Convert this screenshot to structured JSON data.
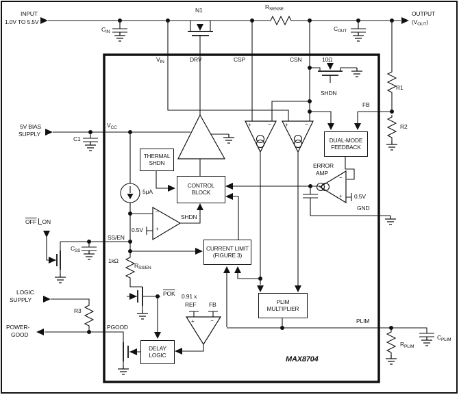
{
  "part_label": "MAX8704",
  "io": {
    "input": {
      "l1": "INPUT",
      "l2": "1.0V TO 5.5V"
    },
    "output": {
      "l1": "OUTPUT",
      "pre": "(V",
      "sub": "OUT",
      "post": ")"
    },
    "bias": {
      "l1": "5V BIAS",
      "l2": "SUPPLY"
    },
    "logic": {
      "l1": "LOGIC",
      "l2": "SUPPLY"
    },
    "powergood": {
      "l1": "POWER-",
      "l2": "GOOD"
    },
    "onoff": {
      "off": "OFF",
      "on": "ON"
    }
  },
  "pins": {
    "vin": {
      "m": "V",
      "s": "IN"
    },
    "drv": "DRV",
    "csp": "CSP",
    "csn": "CSN",
    "vcc": {
      "m": "V",
      "s": "CC"
    },
    "ssen": "SS/EN",
    "pgood": "PGOOD",
    "fb": "FB",
    "gnd": "GND",
    "plim": "PLIM"
  },
  "components": {
    "cin": {
      "m": "C",
      "s": "IN"
    },
    "cout": {
      "m": "C",
      "s": "OUT"
    },
    "n1": "N1",
    "rsense": {
      "m": "R",
      "s": "SENSE"
    },
    "r1": "R1",
    "r2": "R2",
    "r3": "R3",
    "c1": "C1",
    "css": {
      "m": "C",
      "s": "SS"
    },
    "rssen": {
      "val": "1kΩ",
      "m": "R",
      "s": "SS/EN"
    },
    "rplim": {
      "m": "R",
      "s": "PLIM"
    },
    "cplim": {
      "m": "C",
      "s": "PLIM"
    },
    "shdn_fet": {
      "res": "10Ω",
      "gate": "SHDN"
    },
    "isrc": "5μA"
  },
  "blocks": {
    "thermal": {
      "l1": "THERMAL",
      "l2": "SHDN"
    },
    "control": {
      "l1": "CONTROL",
      "l2": "BLOCK"
    },
    "dmf": {
      "l1": "DUAL-MODE",
      "l2": "FEEDBACK"
    },
    "climit": {
      "l1": "CURRENT LIMIT",
      "l2": "(FIGURE 3)"
    },
    "pmult": {
      "l1": "PLIM",
      "l2": "MULTIPLIER"
    },
    "delay": {
      "l1": "DELAY",
      "l2": "LOGIC"
    }
  },
  "amps": {
    "error": {
      "l1": "ERROR",
      "l2": "AMP",
      "ref": "0.5V"
    },
    "shdn": {
      "out": "SHDN",
      "ref": "0.5V"
    },
    "fbcomp": {
      "ref1": "0.91 x",
      "ref2": "REF",
      "fb": "FB"
    },
    "pok": "POK",
    "plus": "+",
    "minus": "−"
  }
}
